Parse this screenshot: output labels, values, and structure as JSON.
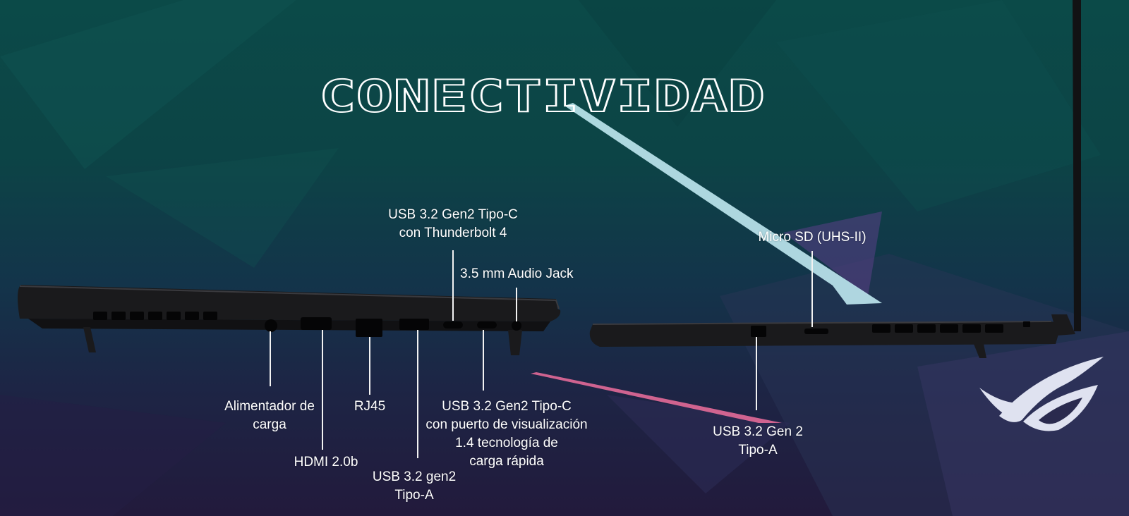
{
  "page": {
    "title": "CONECTIVIDAD"
  },
  "colors": {
    "background_top": "#0b4a48",
    "background_bottom": "#221a3c",
    "accent_cyan": "#bfe8ef",
    "accent_pink": "#e36a98",
    "laptop_body": "#1a1a1c",
    "label_text": "#ffffff"
  },
  "ports_left": {
    "charger": "Alimentador de\ncarga",
    "hdmi": "HDMI 2.0b",
    "rj45": "RJ45",
    "usb_a": "USB 3.2 gen2\nTipo-A",
    "thunderbolt": "USB 3.2 Gen2 Tipo-C\ncon Thunderbolt 4",
    "usb_c_display": "USB 3.2 Gen2 Tipo-C\ncon puerto de visualización\n1.4 tecnología de\ncarga rápida",
    "audio": "3.5 mm Audio Jack"
  },
  "ports_right": {
    "micro_sd": "Micro SD (UHS-II)",
    "usb_a": "USB 3.2 Gen 2\nTipo-A"
  },
  "icons": {
    "brand_logo": "rog-eye-logo-icon"
  }
}
